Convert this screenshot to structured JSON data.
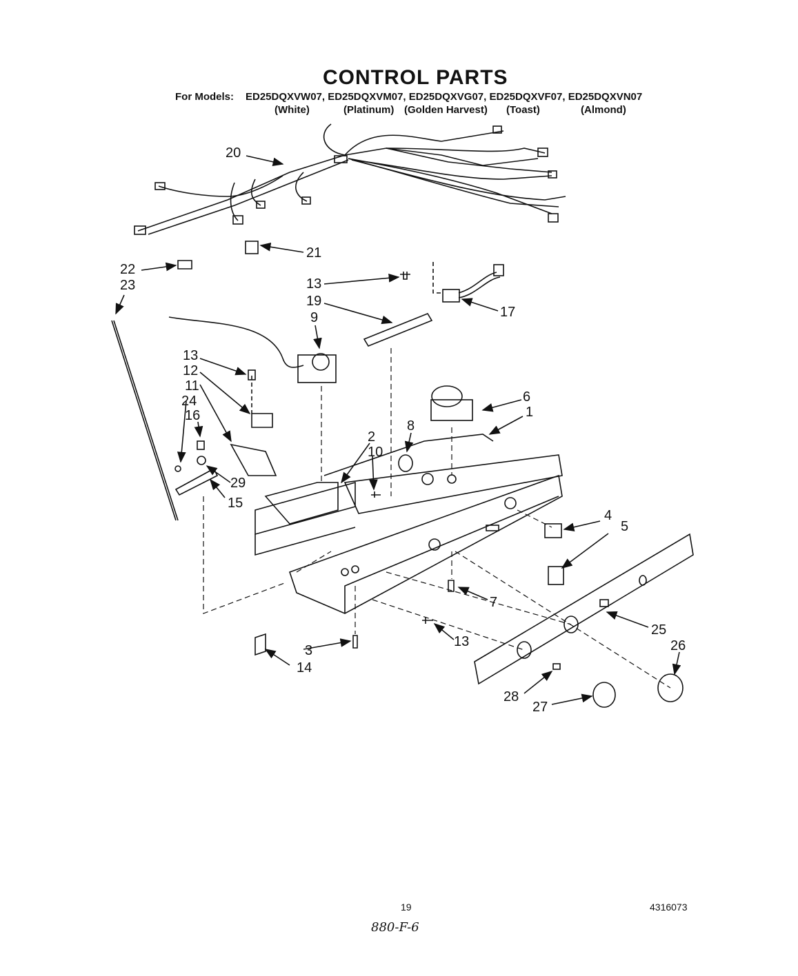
{
  "title": "CONTROL PARTS",
  "models_label": "For Models:",
  "models": "ED25DQXVW07, ED25DQXVM07, ED25DQXVG07, ED25DQXVF07, ED25DQXVN07",
  "colors": [
    "(White)",
    "(Platinum)",
    "(Golden Harvest)",
    "(Toast)",
    "(Almond)"
  ],
  "callouts": [
    "20",
    "21",
    "22",
    "23",
    "13",
    "19",
    "17",
    "9",
    "13",
    "12",
    "11",
    "24",
    "16",
    "6",
    "1",
    "8",
    "2",
    "10",
    "29",
    "15",
    "4",
    "5",
    "7",
    "25",
    "26",
    "3",
    "13",
    "14",
    "28",
    "27"
  ],
  "footer": {
    "page": "19",
    "doc": "4316073",
    "handwritten": "880-F-6"
  }
}
